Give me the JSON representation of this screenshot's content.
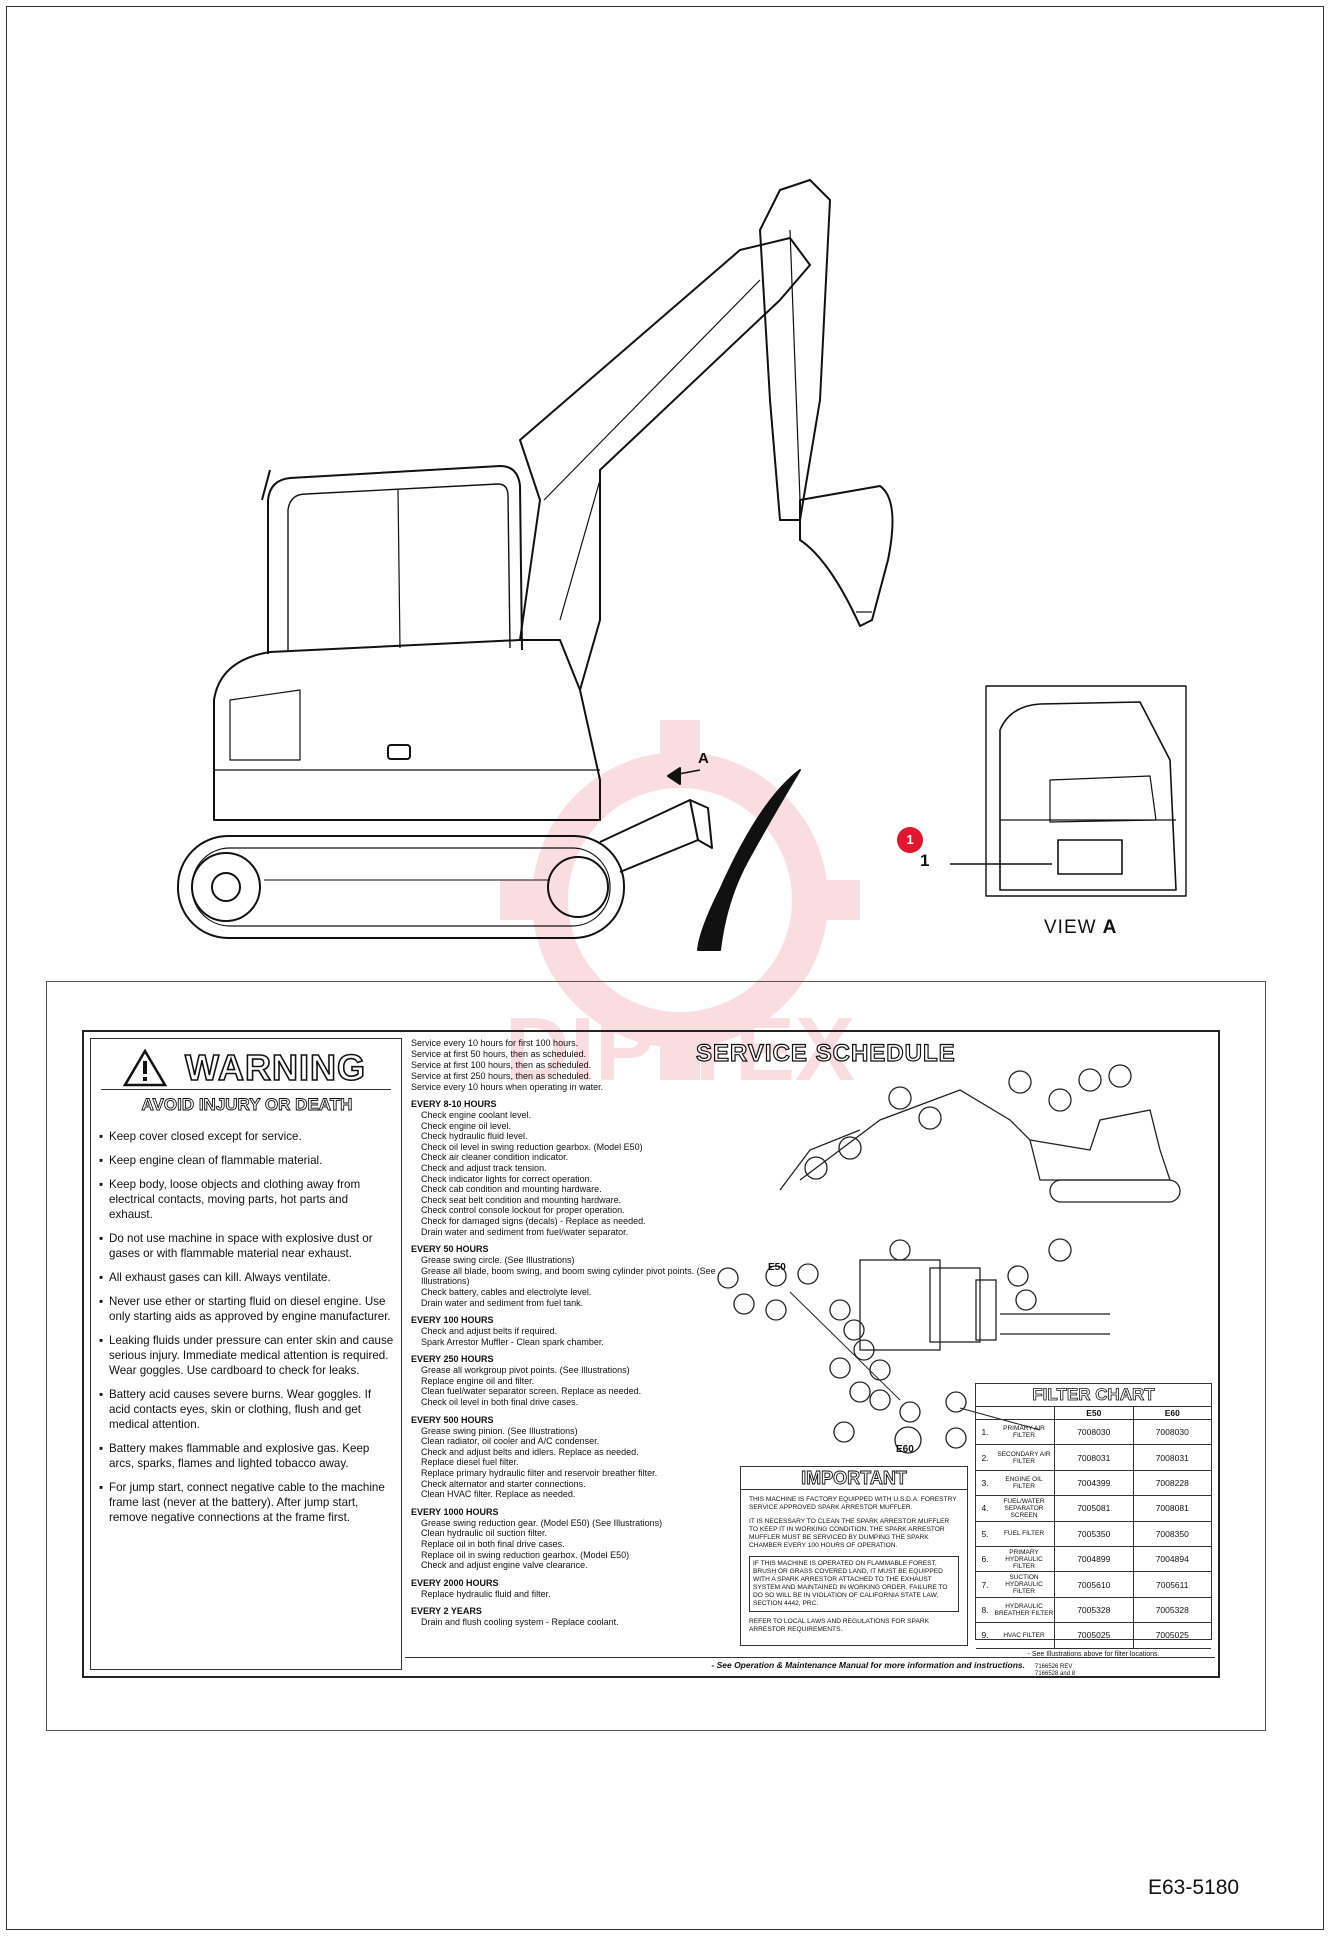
{
  "diagram": {
    "view_label": {
      "word": "VIEW",
      "letter": "A"
    },
    "arrow_label": "A",
    "callout": {
      "badge": "1",
      "number": "1"
    },
    "part_id": "E63-5180",
    "watermark_text": "DIPITEX"
  },
  "decal": {
    "warning": {
      "title": "WARNING",
      "subtitle": "AVOID INJURY OR DEATH",
      "items": [
        "Keep cover closed except for service.",
        "Keep engine clean of flammable material.",
        "Keep body, loose objects and clothing away from electrical contacts, moving parts, hot parts and exhaust.",
        "Do not use machine in space with explosive dust or gases or with flammable material near exhaust.",
        "All exhaust gases can kill. Always ventilate.",
        "Never use ether or starting fluid on diesel engine. Use only starting aids as approved by engine manufacturer.",
        "Leaking fluids under pressure can enter skin and cause serious injury. Immediate medical attention is required. Wear goggles. Use cardboard to check for leaks.",
        "Battery acid causes severe burns. Wear goggles. If acid contacts eyes, skin or clothing, flush and get medical attention.",
        "Battery makes flammable and explosive gas. Keep arcs, sparks, flames and lighted tobacco away.",
        "For jump start, connect negative cable to the machine frame last (never at the battery). After jump start, remove negative connections at the frame first."
      ]
    },
    "schedule": {
      "title": "SERVICE SCHEDULE",
      "legend": [
        "Service every 10 hours for first 100 hours.",
        "Service at first 50 hours, then as scheduled.",
        "Service at first 100 hours, then as scheduled.",
        "Service at first 250 hours, then as scheduled.",
        "Service every 10 hours when operating in water."
      ],
      "blocks": [
        {
          "heading": "EVERY 8-10 HOURS",
          "items": [
            "Check engine coolant level.",
            "Check engine oil level.",
            "Check hydraulic fluid level.",
            "Check oil level in swing reduction gearbox. (Model E50)",
            "Check air cleaner condition indicator.",
            "Check and adjust track tension.",
            "Check indicator lights for correct operation.",
            "Check cab condition and mounting hardware.",
            "Check seat belt condition and mounting hardware.",
            "Check control console lockout for proper operation.",
            "Check for damaged signs (decals) - Replace as needed.",
            "Drain water and sediment from fuel/water separator."
          ]
        },
        {
          "heading": "EVERY 50 HOURS",
          "items": [
            "Grease swing circle. (See Illustrations)",
            "Grease all blade, boom swing, and boom swing cylinder pivot points. (See Illustrations)",
            "Check battery, cables and electrolyte level.",
            "Drain water and sediment from fuel tank."
          ]
        },
        {
          "heading": "EVERY 100 HOURS",
          "items": [
            "Check and adjust belts if required.",
            "Spark Arrestor Muffler - Clean spark chamber."
          ]
        },
        {
          "heading": "EVERY 250 HOURS",
          "items": [
            "Grease all workgroup pivot points. (See Illustrations)",
            "Replace engine oil and filter.",
            "Clean fuel/water separator screen. Replace as needed.",
            "Check oil level in both final drive cases."
          ]
        },
        {
          "heading": "EVERY 500 HOURS",
          "items": [
            "Grease swing pinion. (See Illustrations)",
            "Clean radiator, oil cooler and A/C condenser.",
            "Check and adjust belts and idlers. Replace as needed.",
            "Replace diesel fuel filter.",
            "Replace primary hydraulic filter and reservoir breather filter.",
            "Check alternator and starter connections.",
            "Clean HVAC filter. Replace as needed."
          ]
        },
        {
          "heading": "EVERY 1000 HOURS",
          "items": [
            "Grease swing reduction gear. (Model E50) (See Illustrations)",
            "Clean hydraulic oil suction filter.",
            "Replace oil in both final drive cases.",
            "Replace oil in swing reduction gearbox. (Model E50)",
            "Check and adjust engine valve clearance."
          ]
        },
        {
          "heading": "EVERY 2000 HOURS",
          "items": [
            "Replace hydraulic fluid and filter."
          ]
        },
        {
          "heading": "EVERY 2 YEARS",
          "items": [
            "Drain and flush cooling system - Replace coolant."
          ]
        }
      ],
      "model_tags": [
        "E50",
        "E60"
      ],
      "footer": "- See Operation & Maintenance Manual for more information and instructions."
    },
    "important": {
      "title": "IMPORTANT",
      "paragraphs": [
        "THIS MACHINE IS FACTORY EQUIPPED WITH U.S.D.A. FORESTRY SERVICE APPROVED SPARK ARRESTOR MUFFLER.",
        "IT IS NECESSARY TO CLEAN THE SPARK ARRESTOR MUFFLER TO KEEP IT IN WORKING CONDITION. THE SPARK ARRESTOR MUFFLER MUST BE SERVICED BY DUMPING THE SPARK CHAMBER EVERY 100 HOURS OF OPERATION.",
        "IF THIS MACHINE IS OPERATED ON FLAMMABLE FOREST, BRUSH OR GRASS COVERED LAND, IT MUST BE EQUIPPED WITH A SPARK ARRESTOR ATTACHED TO THE EXHAUST SYSTEM AND MAINTAINED IN WORKING ORDER. FAILURE TO DO SO WILL BE IN VIOLATION OF CALIFORNIA STATE LAW, SECTION 4442, PRC.",
        "REFER TO LOCAL LAWS AND REGULATIONS FOR SPARK ARRESTOR REQUIREMENTS."
      ]
    },
    "filter_chart": {
      "title": "FILTER CHART",
      "columns": [
        "",
        "",
        "E50",
        "E60"
      ],
      "rows": [
        {
          "n": "1.",
          "name": "PRIMARY AIR FILTER",
          "e50": "7008030",
          "e60": "7008030"
        },
        {
          "n": "2.",
          "name": "SECONDARY AIR FILTER",
          "e50": "7008031",
          "e60": "7008031"
        },
        {
          "n": "3.",
          "name": "ENGINE OIL FILTER",
          "e50": "7004399",
          "e60": "7008228"
        },
        {
          "n": "4.",
          "name": "FUEL/WATER SEPARATOR SCREEN",
          "e50": "7005081",
          "e60": "7008081"
        },
        {
          "n": "5.",
          "name": "FUEL FILTER",
          "e50": "7005350",
          "e60": "7008350"
        },
        {
          "n": "6.",
          "name": "PRIMARY HYDRAULIC FILTER",
          "e50": "7004899",
          "e60": "7004894"
        },
        {
          "n": "7.",
          "name": "SUCTION HYDRAULIC FILTER",
          "e50": "7005610",
          "e60": "7005611"
        },
        {
          "n": "8.",
          "name": "HYDRAULIC BREATHER FILTER",
          "e50": "7005328",
          "e60": "7005328"
        },
        {
          "n": "9.",
          "name": "HVAC FILTER",
          "e50": "7005025",
          "e60": "7005025"
        }
      ],
      "note": "- See Illustrations above for filter locations."
    },
    "corner_codes": [
      "7166526 REV",
      "7166528 and 8"
    ]
  }
}
